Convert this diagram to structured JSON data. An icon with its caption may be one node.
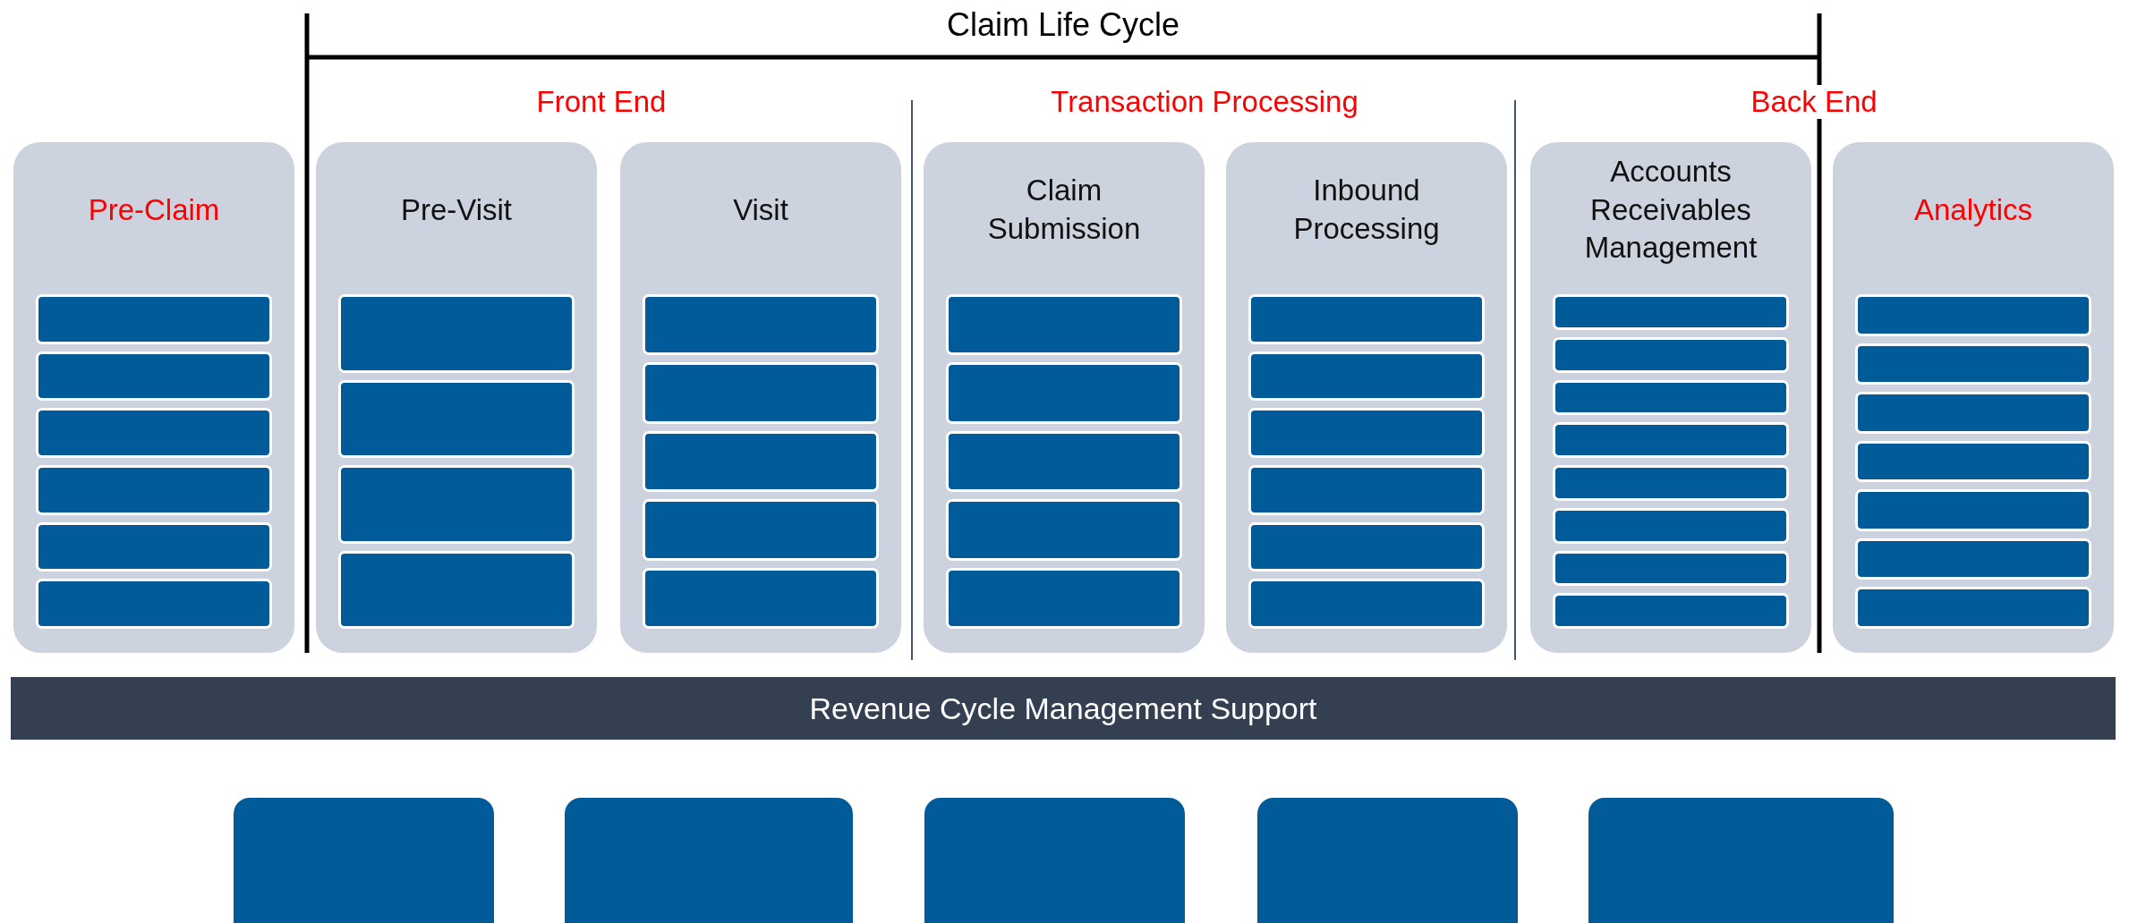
{
  "diagram": {
    "nodes": [
      {
        "text": [
          "Pre-Claim"
        ]
      },
      {
        "text": [],
        "shape": "bar",
        "in": 0
      },
      {
        "text": [],
        "shape": "bar",
        "in": 0
      },
      {
        "text": [],
        "shape": "bar",
        "in": 0
      },
      {
        "text": [],
        "shape": "bar",
        "in": 0
      },
      {
        "text": [],
        "shape": "bar",
        "in": 0
      },
      {
        "text": [],
        "shape": "bar",
        "in": 0
      },
      {
        "text": [
          "Pre-Visit"
        ]
      },
      {
        "text": [],
        "shape": "bar",
        "in": 7
      },
      {
        "text": [],
        "shape": "bar",
        "in": 7
      },
      {
        "text": [],
        "shape": "bar",
        "in": 7
      },
      {
        "text": [],
        "shape": "bar",
        "in": 7
      },
      {
        "text": [
          "Visit"
        ]
      },
      {
        "text": [],
        "shape": "bar",
        "in": 12
      },
      {
        "text": [],
        "shape": "bar",
        "in": 12
      },
      {
        "text": [],
        "shape": "bar",
        "in": 12
      },
      {
        "text": [],
        "shape": "bar",
        "in": 12
      },
      {
        "text": [],
        "shape": "bar",
        "in": 12
      },
      {
        "text": [
          "Claim Submission"
        ]
      },
      {
        "text": [],
        "shape": "bar",
        "in": 18
      },
      {
        "text": [],
        "shape": "bar",
        "in": 18
      },
      {
        "text": [],
        "shape": "bar",
        "in": 18
      },
      {
        "text": [],
        "shape": "bar",
        "in": 18
      },
      {
        "text": [],
        "shape": "bar",
        "in": 18
      },
      {
        "text": [
          "Inbound Processing"
        ]
      },
      {
        "text": [],
        "shape": "bar",
        "in": 24
      },
      {
        "text": [],
        "shape": "bar",
        "in": 24
      },
      {
        "text": [],
        "shape": "bar",
        "in": 24
      },
      {
        "text": [],
        "shape": "bar",
        "in": 24
      },
      {
        "text": [],
        "shape": "bar",
        "in": 24
      },
      {
        "text": [],
        "shape": "bar",
        "in": 24
      },
      {
        "text": [
          "Accounts Receivables Management"
        ]
      },
      {
        "text": [],
        "shape": "bar",
        "in": 31
      },
      {
        "text": [],
        "shape": "bar",
        "in": 31
      },
      {
        "text": [],
        "shape": "bar",
        "in": 31
      },
      {
        "text": [],
        "shape": "bar",
        "in": 31
      },
      {
        "text": [],
        "shape": "bar",
        "in": 31
      },
      {
        "text": [],
        "shape": "bar",
        "in": 31
      },
      {
        "text": [],
        "shape": "bar",
        "in": 31
      },
      {
        "text": [],
        "shape": "bar",
        "in": 31
      },
      {
        "text": [
          "Analytics"
        ]
      },
      {
        "text": [],
        "shape": "bar",
        "in": 40
      },
      {
        "text": [],
        "shape": "bar",
        "in": 40
      },
      {
        "text": [],
        "shape": "bar",
        "in": 40
      },
      {
        "text": [],
        "shape": "bar",
        "in": 40
      },
      {
        "text": [],
        "shape": "bar",
        "in": 40
      },
      {
        "text": [],
        "shape": "bar",
        "in": 40
      },
      {
        "text": [],
        "shape": "bar",
        "in": 40
      },
      {
        "text": [
          "Revenue Cycle Management Support"
        ]
      },
      {
        "text": [],
        "shape": "box"
      },
      {
        "text": [],
        "shape": "box"
      },
      {
        "text": [],
        "shape": "box"
      },
      {
        "text": [],
        "shape": "box"
      },
      {
        "text": [],
        "shape": "box"
      }
    ],
    "labels": [
      "Claim Life Cycle",
      "Front End",
      "Transaction Processing",
      "Back End"
    ]
  }
}
